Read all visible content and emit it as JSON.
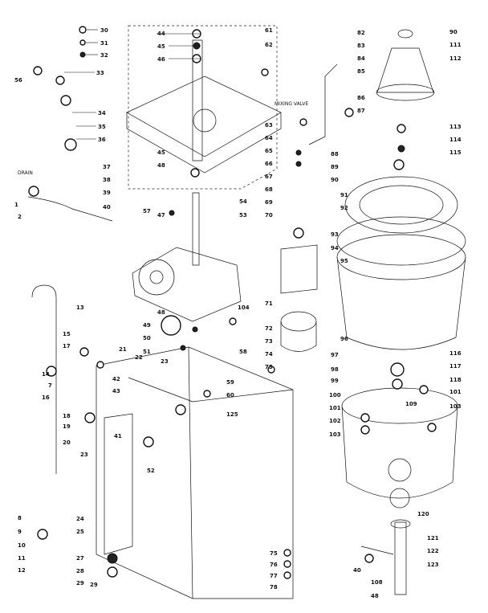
{
  "notes": {
    "drain": "DRAIN",
    "mixing_valve": "MIXING VALVE"
  },
  "callouts": [
    "30",
    "31",
    "32",
    "56",
    "33",
    "34",
    "35",
    "36",
    "37",
    "38",
    "39",
    "1",
    "2",
    "40",
    "57",
    "47",
    "44",
    "45",
    "46",
    "61",
    "62",
    "45",
    "48",
    "54",
    "53",
    "63",
    "64",
    "65",
    "66",
    "67",
    "68",
    "69",
    "70",
    "93",
    "94",
    "82",
    "83",
    "84",
    "85",
    "86",
    "87",
    "88",
    "89",
    "90",
    "91",
    "92",
    "95",
    "96",
    "90",
    "111",
    "112",
    "113",
    "114",
    "115",
    "13",
    "15",
    "17",
    "16",
    "7",
    "14",
    "19",
    "21",
    "22",
    "23",
    "42",
    "43",
    "41",
    "18",
    "20",
    "23",
    "52",
    "49",
    "50",
    "51",
    "58",
    "104",
    "48",
    "71",
    "72",
    "73",
    "74",
    "75",
    "98",
    "97",
    "99",
    "116",
    "117",
    "118",
    "59",
    "60",
    "125",
    "100",
    "101",
    "102",
    "103",
    "109",
    "101",
    "103",
    "120",
    "121",
    "122",
    "123",
    "108",
    "48",
    "40",
    "24",
    "25",
    "8",
    "9",
    "10",
    "11",
    "12",
    "27",
    "28",
    "29",
    "29",
    "75",
    "76",
    "77",
    "78"
  ]
}
